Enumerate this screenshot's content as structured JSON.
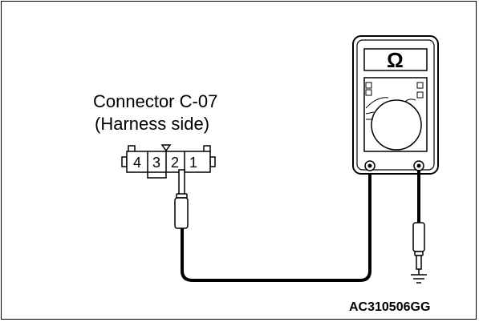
{
  "connector": {
    "title": "Connector C-07",
    "subtitle": "(Harness side)",
    "pins": [
      "4",
      "3",
      "2",
      "1"
    ]
  },
  "meter": {
    "display_symbol": "Ω"
  },
  "figure_code": "AC310506GG",
  "icons": {
    "meter": "multimeter-icon",
    "ground": "ground-symbol-icon",
    "probe": "test-probe-icon"
  }
}
